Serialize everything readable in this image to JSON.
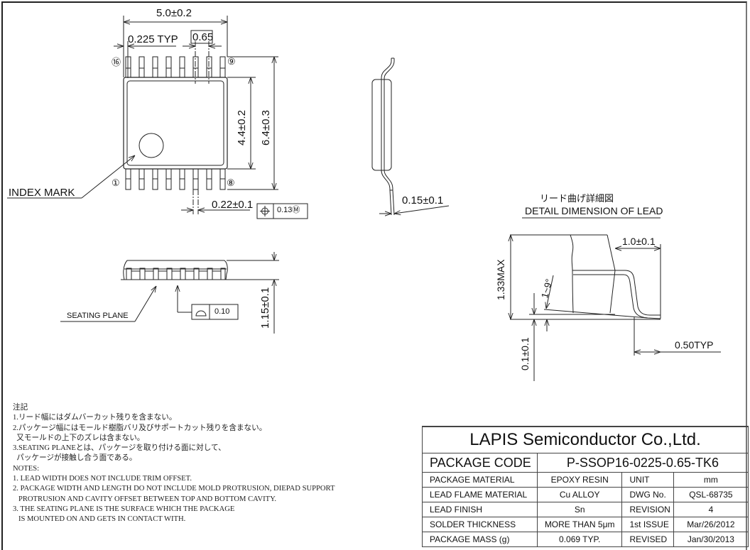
{
  "drawing": {
    "top_view": {
      "width_dim": "5.0±0.2",
      "lead_offset_dim": "0.225 TYP",
      "pitch_dim": "0.65",
      "body_width_dim": "4.4±0.2",
      "total_width_dim": "6.4±0.3",
      "lead_width_dim": "0.22±0.1",
      "position_tolerance": {
        "symbol": "⌖",
        "value": "0.13",
        "modifier": "Ⓜ"
      },
      "pin_labels": {
        "pin1": "①",
        "pin8": "⑧",
        "pin9": "⑨",
        "pin16": "⑯"
      },
      "index_mark_label": "INDEX  MARK"
    },
    "side_view": {
      "lead_thickness_dim": "0.15±0.1"
    },
    "front_view": {
      "height_dim": "1.15±0.1",
      "seating_plane_label": "SEATING PLANE",
      "coplanarity": {
        "symbol": "⌓",
        "value": "0.10"
      }
    },
    "lead_detail": {
      "title_jp": "リード曲げ詳細図",
      "title_en": "DETAIL DIMENSION OF LEAD",
      "max_height_dim": "1.33MAX",
      "lead_length_dim": "1.0±0.1",
      "angle_dim": "1~9°",
      "standoff_dim": "0.1±0.1",
      "foot_dim": "0.50TYP"
    }
  },
  "notes": {
    "jp_heading": "注記",
    "jp": [
      "1.リード幅にはダムバーカット残りを含まない。",
      "2.パッケージ幅にはモールド樹脂バリ及びサポートカット残りを含まない。",
      "  又モールドの上下のズレは含まない。",
      "3.SEATING PLANEとは、パッケージを取り付ける面に対して、",
      "  パッケージが接触し合う面である。"
    ],
    "en_heading": "NOTES:",
    "en": [
      "1. LEAD WIDTH DOES NOT INCLUDE TRIM OFFSET.",
      "2. PACKAGE WIDTH AND LENGTH DO NOT INCLUDE MOLD PROTRUSION, DIEPAD SUPPORT",
      "   PROTRUSION AND CAVITY OFFSET BETWEEN TOP AND BOTTOM CAVITY.",
      "3. THE SEATING PLANE IS THE SURFACE WHICH THE PACKAGE",
      "   IS MOUNTED ON AND GETS IN CONTACT WITH."
    ]
  },
  "title_block": {
    "company": "LAPIS Semiconductor Co.,Ltd.",
    "package_code_label": "PACKAGE CODE",
    "package_code": "P-SSOP16-0225-0.65-TK6",
    "rows": [
      {
        "label": "PACKAGE MATERIAL",
        "value": "EPOXY RESIN",
        "key": "UNIT",
        "kvalue": "mm"
      },
      {
        "label": "LEAD FLAME MATERIAL",
        "value": "Cu ALLOY",
        "key": "DWG No.",
        "kvalue": "QSL-68735"
      },
      {
        "label": "LEAD FINISH",
        "value": "Sn",
        "key": "REVISION",
        "kvalue": "4"
      },
      {
        "label": "SOLDER THICKNESS",
        "value": "MORE THAN 5μm",
        "key": "1st ISSUE",
        "kvalue": "Mar/26/2012"
      },
      {
        "label": "PACKAGE MASS (g)",
        "value": "0.069 TYP.",
        "key": "REVISED",
        "kvalue": "Jan/30/2013"
      }
    ]
  }
}
